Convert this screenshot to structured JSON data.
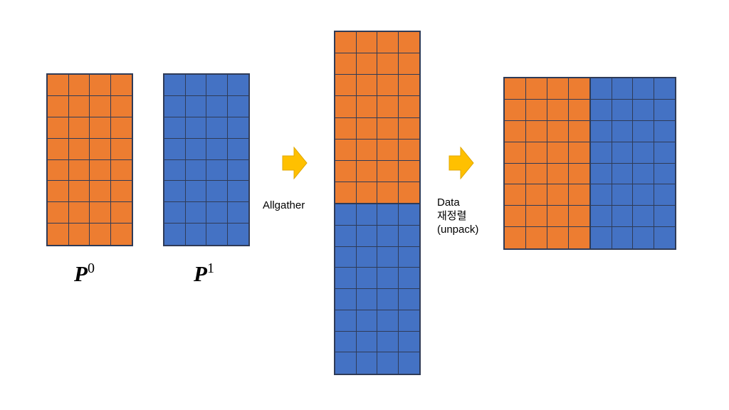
{
  "colors": {
    "orange": "#ED7D31",
    "blue": "#4472C4",
    "grid_line": "#2F3B57",
    "arrow": "#FFC000",
    "arrow_edge": "#E0A800"
  },
  "blocks": {
    "p0": {
      "label_symbol": "P",
      "label_sup": "0",
      "fill": "orange",
      "rows": 8,
      "cols": 4
    },
    "p1": {
      "label_symbol": "P",
      "label_sup": "1",
      "fill": "blue",
      "rows": 8,
      "cols": 4
    },
    "gathered": {
      "segments": [
        {
          "fill": "orange",
          "rows": 8,
          "cols": 4
        },
        {
          "fill": "blue",
          "rows": 8,
          "cols": 4
        }
      ]
    },
    "unpacked": {
      "segments": [
        {
          "fill": "orange",
          "rows": 8,
          "cols": 4
        },
        {
          "fill": "blue",
          "rows": 8,
          "cols": 4
        }
      ]
    }
  },
  "steps": {
    "allgather": {
      "label": "Allgather",
      "arrow_icon": "right-arrow-icon"
    },
    "unpack": {
      "label_line1": "Data",
      "label_line2": "재정렬",
      "label_line3": "(unpack)",
      "arrow_icon": "right-arrow-icon"
    }
  }
}
